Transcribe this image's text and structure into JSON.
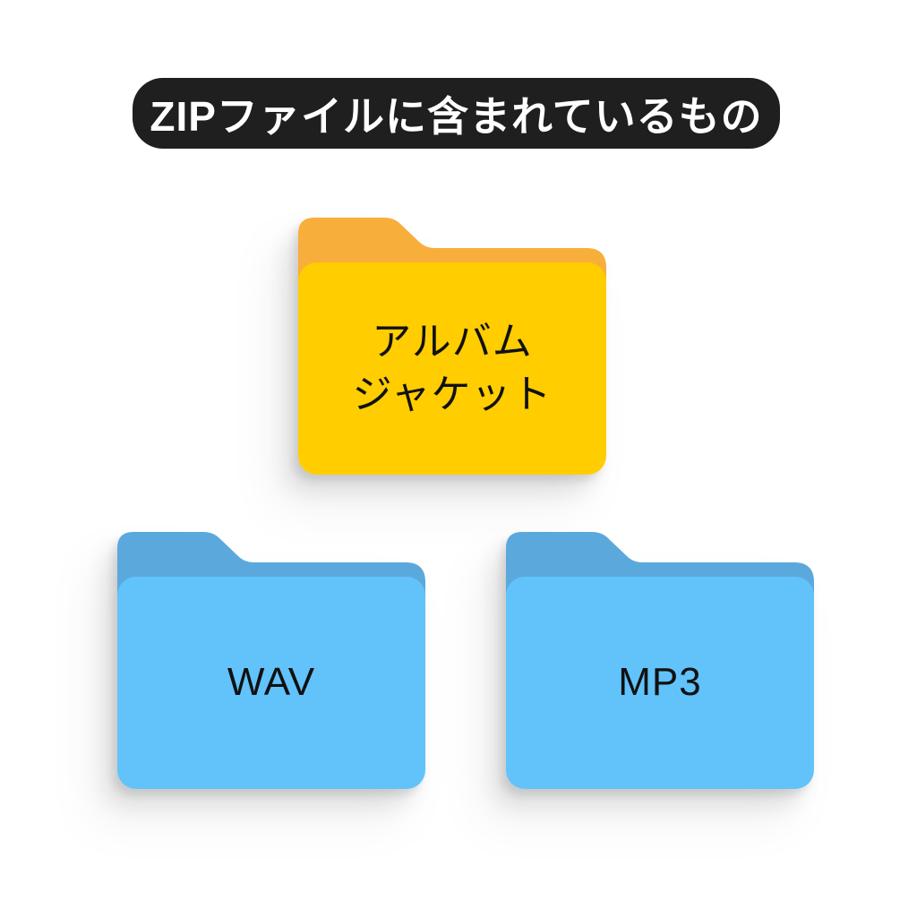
{
  "page": {
    "background": "#FFFFFF"
  },
  "title": {
    "text": "ZIPファイルに含まれているもの",
    "bg_color": "#1F1F1F",
    "text_color": "#FFFFFF"
  },
  "folders": [
    {
      "id": "album-jacket",
      "label": "アルバム\nジャケット",
      "colors": {
        "front": "#FFCD00",
        "back": "#F8AE3B",
        "label": "#111111"
      }
    },
    {
      "id": "wav",
      "label": "WAV",
      "colors": {
        "front": "#61C3FA",
        "back": "#5BA9DC",
        "label": "#111111"
      }
    },
    {
      "id": "mp3",
      "label": "MP3",
      "colors": {
        "front": "#61C3FA",
        "back": "#5BA9DC",
        "label": "#111111"
      }
    }
  ]
}
